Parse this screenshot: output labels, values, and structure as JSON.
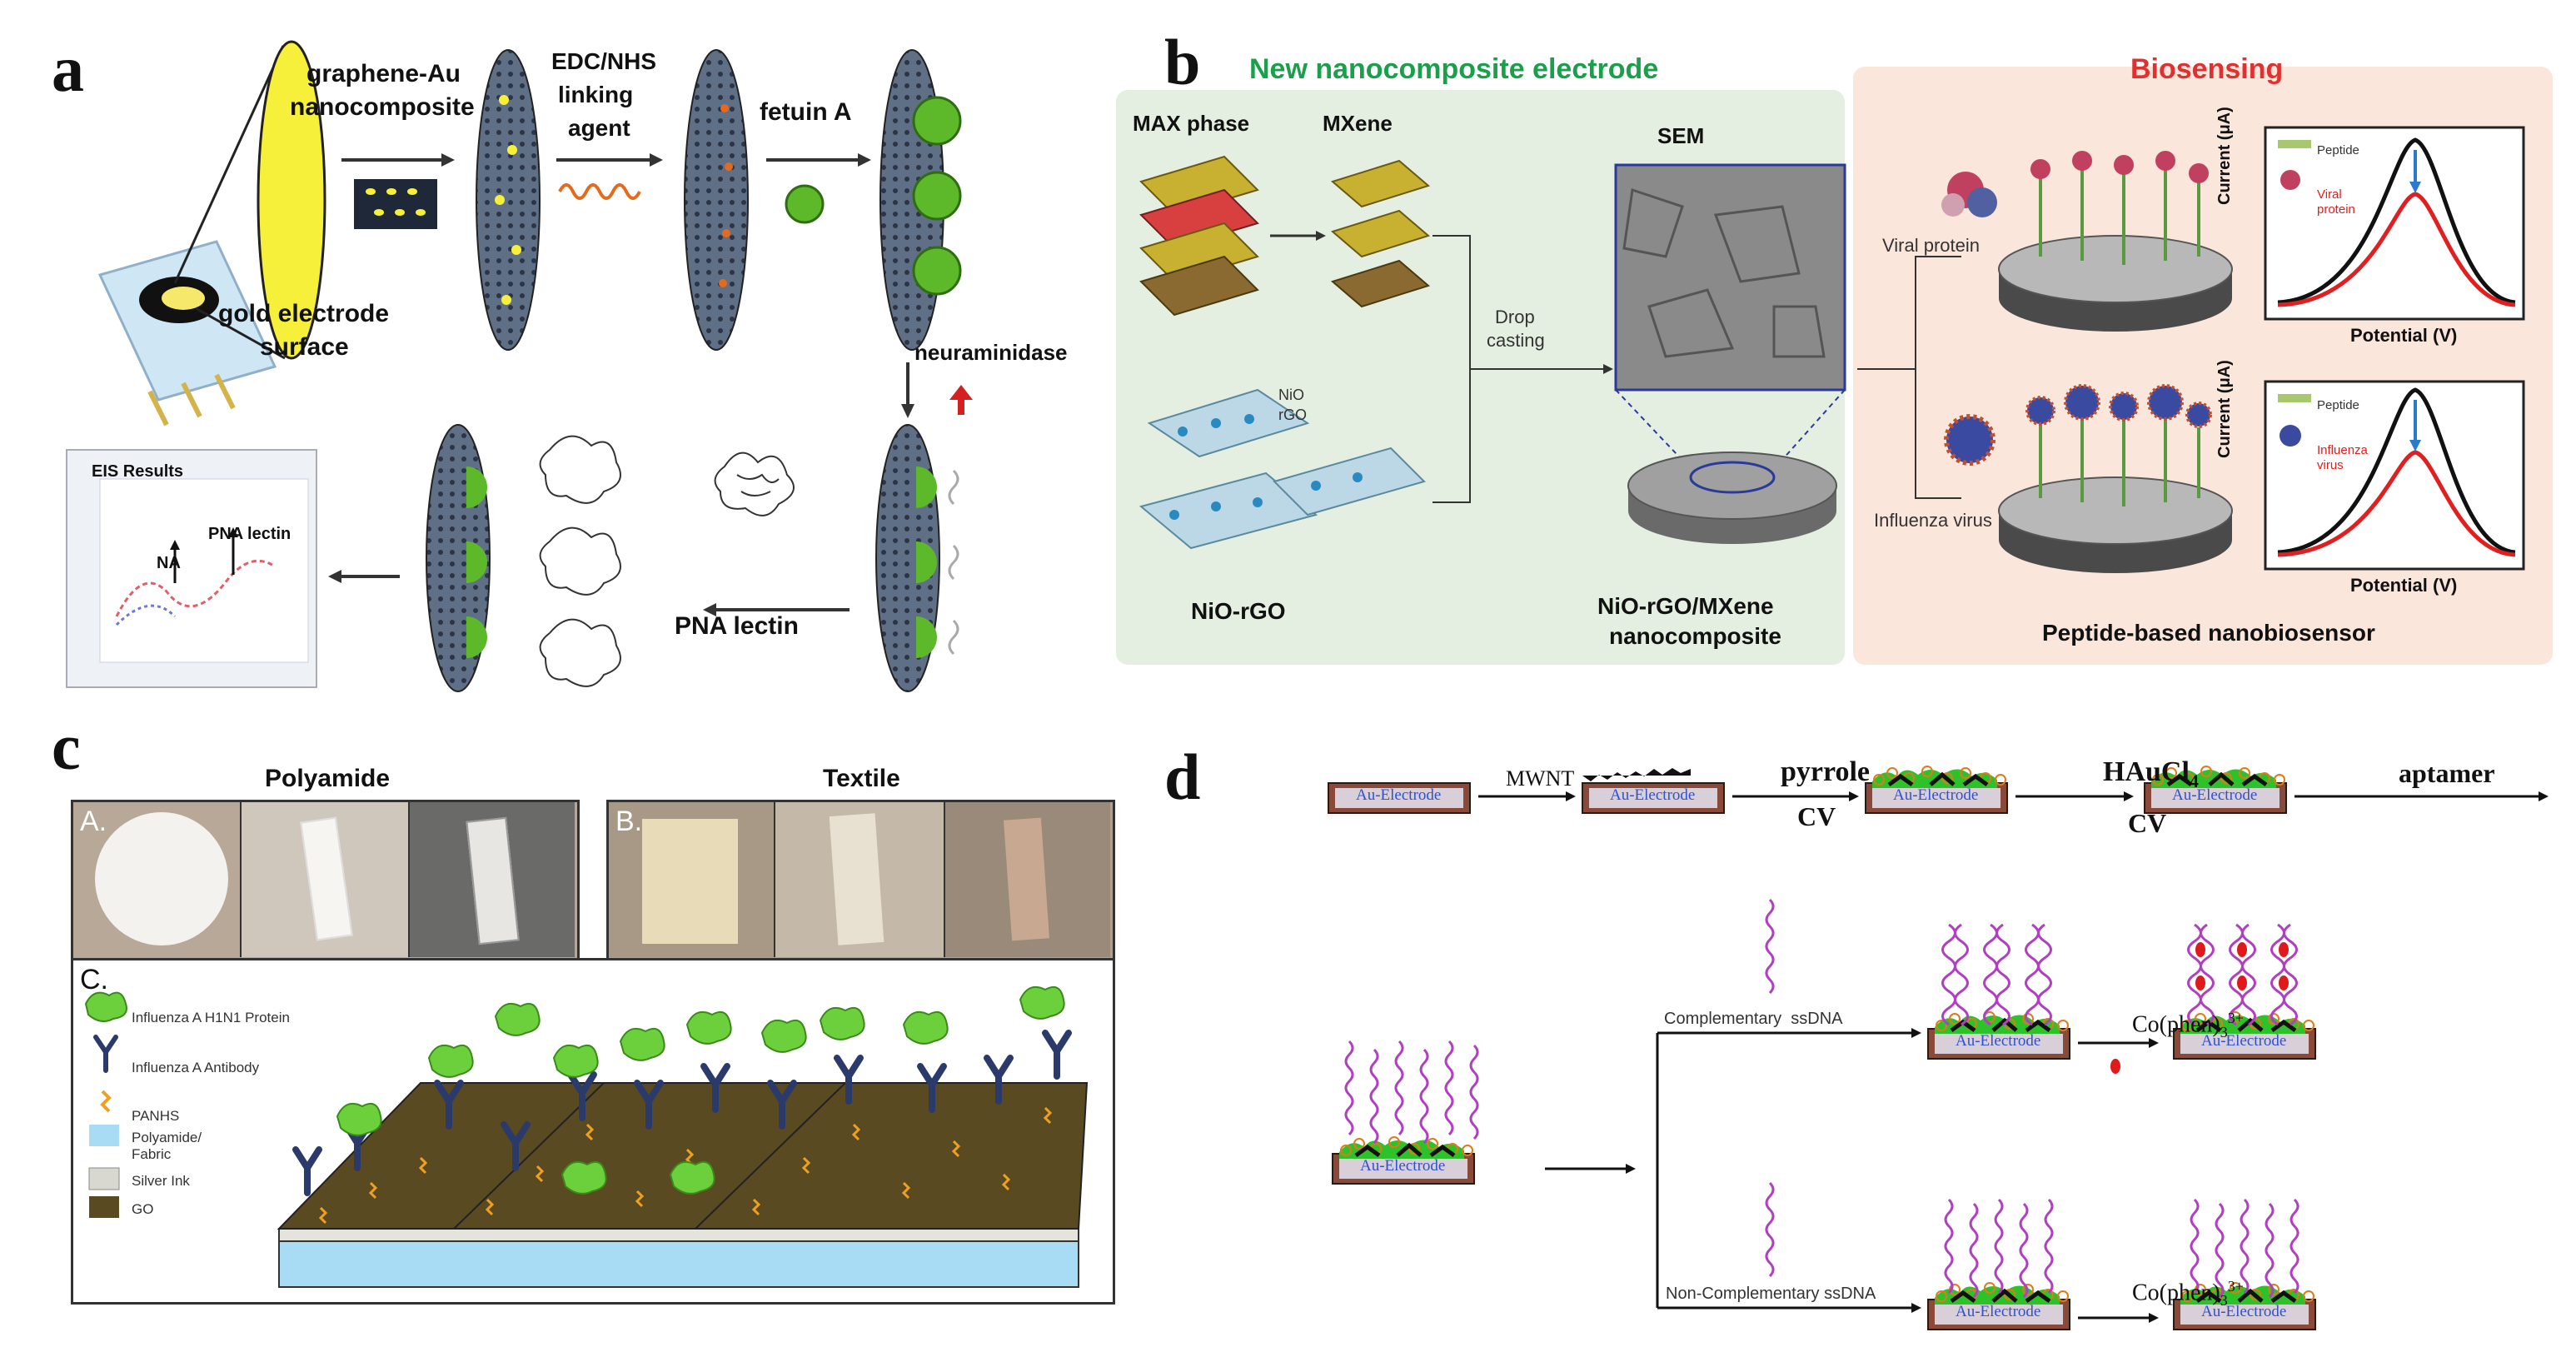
{
  "panels": {
    "a": {
      "letter": "a",
      "labels": {
        "graphene_au": "graphene-Au",
        "nanocomposite": "nanocomposite",
        "edc_nhs": "EDC/NHS",
        "linking": "linking",
        "agent": "agent",
        "fetuin": "fetuin A",
        "gold_electrode": "gold electrode",
        "surface": "surface",
        "neuraminidase": "neuraminidase",
        "pna_lectin": "PNA lectin",
        "eis_results": "EIS Results",
        "na": "NA",
        "pna_lectin_plot": "PNA lectin"
      }
    },
    "b": {
      "letter": "b",
      "labels": {
        "new_electrode": "New nanocomposite electrode",
        "biosensing": "Biosensing",
        "max_phase": "MAX phase",
        "mxene": "MXene",
        "sem": "SEM",
        "nio": "NiO",
        "rgo": "rGO",
        "nio_rgo": "NiO-rGO",
        "drop": "Drop",
        "casting": "casting",
        "composite_line1": "NiO-rGO/MXene",
        "composite_line2": "nanocomposite",
        "viral_protein": "Viral protein",
        "influenza_virus": "Influenza virus",
        "peptide": "Peptide",
        "viral": "Viral",
        "protein": "protein",
        "influenza": "Influenza",
        "virus": "virus",
        "current": "Current (μA)",
        "potential": "Potential (V)",
        "biosensor": "Peptide-based nanobiosensor"
      },
      "colors": {
        "left_bg": "#e4efe2",
        "right_bg": "#fbe6dc",
        "green_title": "#1aa04a",
        "red_title": "#e03030"
      }
    },
    "c": {
      "letter": "c",
      "labels": {
        "polyamide": "Polyamide",
        "textile": "Textile",
        "a_tag": "A.",
        "b_tag": "B.",
        "c_tag": "C."
      },
      "legend": [
        {
          "text": "Influenza A H1N1 Protein",
          "icon": "protein-icon"
        },
        {
          "text": "Influenza A Antibody",
          "icon": "antibody-icon"
        },
        {
          "text": "PANHS",
          "icon": "panhs-icon"
        },
        {
          "text": "Polyamide/",
          "text2": "Fabric",
          "icon": "fabric-swatch"
        },
        {
          "text": "Silver Ink",
          "icon": "silver-swatch"
        },
        {
          "text": "GO",
          "icon": "go-swatch"
        }
      ]
    },
    "d": {
      "letter": "d",
      "labels": {
        "electrode": "Au-Electrode",
        "mwnt": "MWNT",
        "pyrrole": "pyrrole",
        "cv1": "CV",
        "hauc": "HAuCl",
        "hauc_sub": "4",
        "cv2": "CV",
        "aptamer": "aptamer",
        "complementary": "Complementary  ssDNA",
        "noncomplementary": "Non-Complementary ssDNA",
        "cophen": "Co(phen)",
        "cophen_sub": "3",
        "cophen_sup": "3+"
      }
    }
  }
}
